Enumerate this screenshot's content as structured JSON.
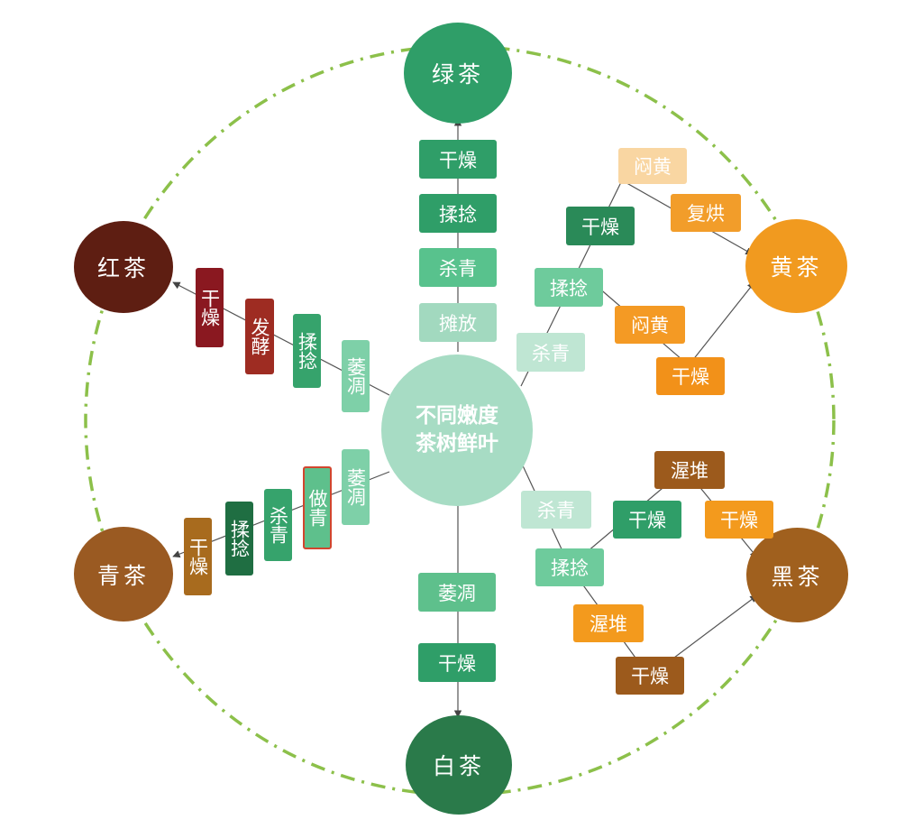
{
  "center": {
    "line1": "不同嫩度",
    "line2": "茶树鲜叶"
  },
  "teas": {
    "green": "绿茶",
    "yellow": "黄茶",
    "black_dark": "黑茶",
    "white": "白茶",
    "oolong": "青茶",
    "red": "红茶"
  },
  "green_steps": [
    "摊放",
    "杀青",
    "揉捻",
    "干燥"
  ],
  "yellow_steps": [
    "杀青",
    "揉捻",
    "干燥",
    "闷黄",
    "复烘",
    "闷黄",
    "干燥"
  ],
  "dark_steps": [
    "杀青",
    "揉捻",
    "干燥",
    "渥堆",
    "干燥",
    "渥堆",
    "干燥"
  ],
  "white_steps": [
    "萎凋",
    "干燥"
  ],
  "oolong_steps": [
    "萎凋",
    "做青",
    "杀青",
    "揉捻",
    "干燥"
  ],
  "red_steps": [
    "萎凋",
    "揉捻",
    "发酵",
    "干燥"
  ],
  "colors": {
    "dashed_ring": "#8cc04a",
    "green_circle": "#2f9e68",
    "white_circle": "#2a7a4a",
    "yellow_circle": "#f19a1f",
    "dark_circle": "#a0601e",
    "oolong_circle": "#9a5a22",
    "red_circle": "#5e1e12",
    "center_circle": "#a7dcc4"
  }
}
